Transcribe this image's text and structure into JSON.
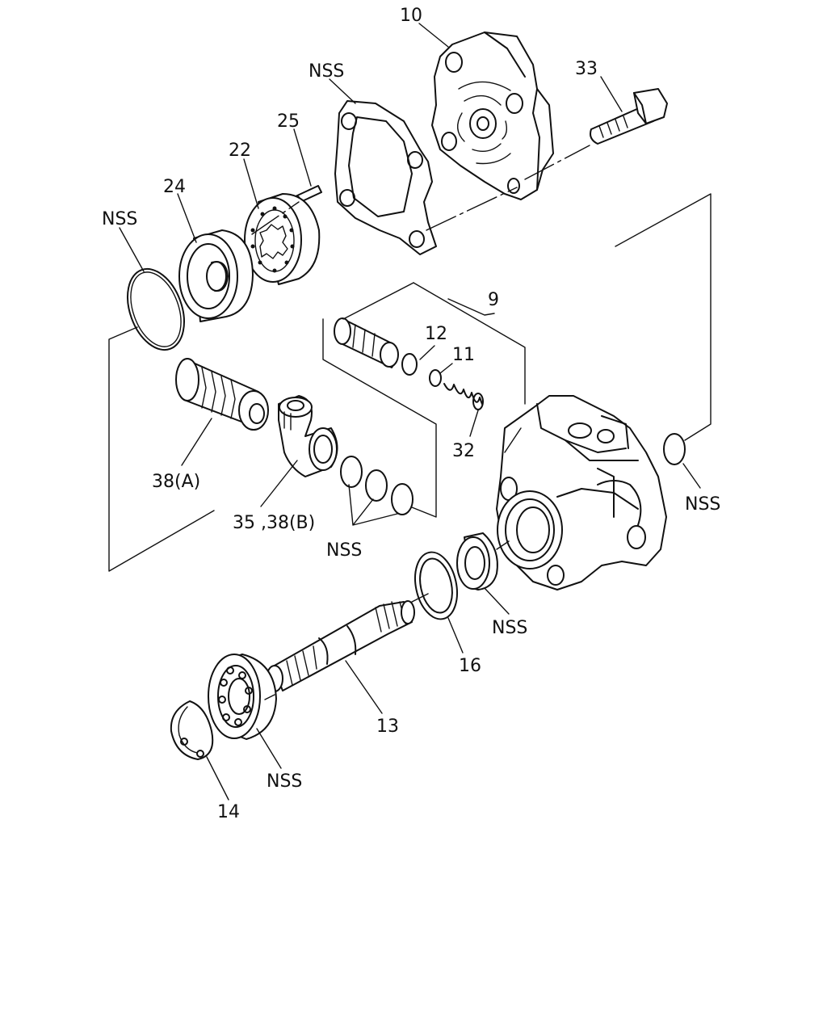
{
  "labels": {
    "l10": "10",
    "l33": "33",
    "nss_gasket": "NSS",
    "l25": "25",
    "l22": "22",
    "l24": "24",
    "nss_oring_top": "NSS",
    "l9": "9",
    "l12": "12",
    "l11": "11",
    "l32": "32",
    "l38a": "38(A)",
    "l35_38b": "35 ,38(B)",
    "nss_orings_group": "NSS",
    "nss_right": "NSS",
    "nss_seal": "NSS",
    "l16": "16",
    "l13": "13",
    "nss_bearing": "NSS",
    "l14": "14"
  }
}
